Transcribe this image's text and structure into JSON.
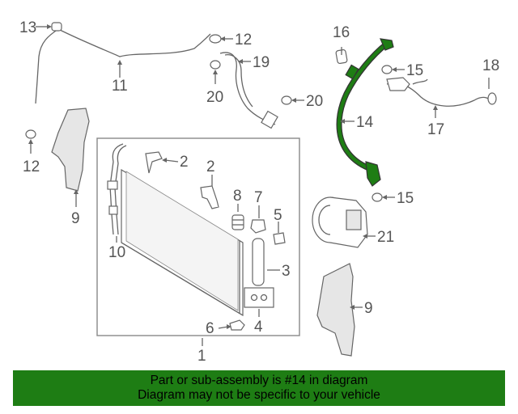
{
  "diagram": {
    "callouts": {
      "c1": "1",
      "c2a": "2",
      "c2b": "2",
      "c3": "3",
      "c4": "4",
      "c5": "5",
      "c6": "6",
      "c7": "7",
      "c8": "8",
      "c9a": "9",
      "c9b": "9",
      "c10": "10",
      "c11": "11",
      "c12a": "12",
      "c12b": "12",
      "c13": "13",
      "c14": "14",
      "c15a": "15",
      "c15b": "15",
      "c16": "16",
      "c17": "17",
      "c18": "18",
      "c19": "19",
      "c20a": "20",
      "c20b": "20",
      "c21": "21"
    },
    "highlight_color": "#1e7d14"
  },
  "banner": {
    "line1": "Part or sub-assembly is #14 in diagram",
    "line2": "Diagram may not be specific to your vehicle",
    "background": "#1e7d14"
  }
}
